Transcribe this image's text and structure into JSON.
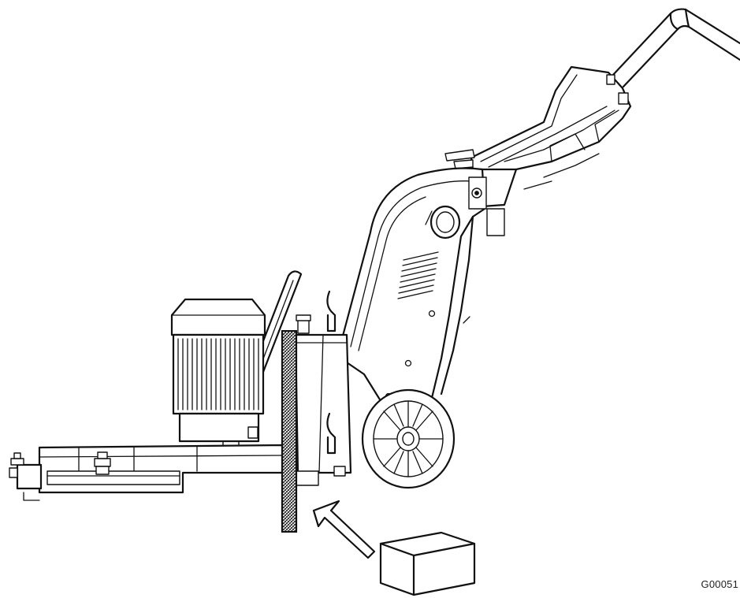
{
  "figure": {
    "code": "G00051",
    "parts": [
      "machine-handle",
      "handle-console",
      "main-frame",
      "transport-wheel",
      "motor",
      "grinding-head",
      "support-bar",
      "wall",
      "support-block",
      "insert-arrow"
    ]
  }
}
